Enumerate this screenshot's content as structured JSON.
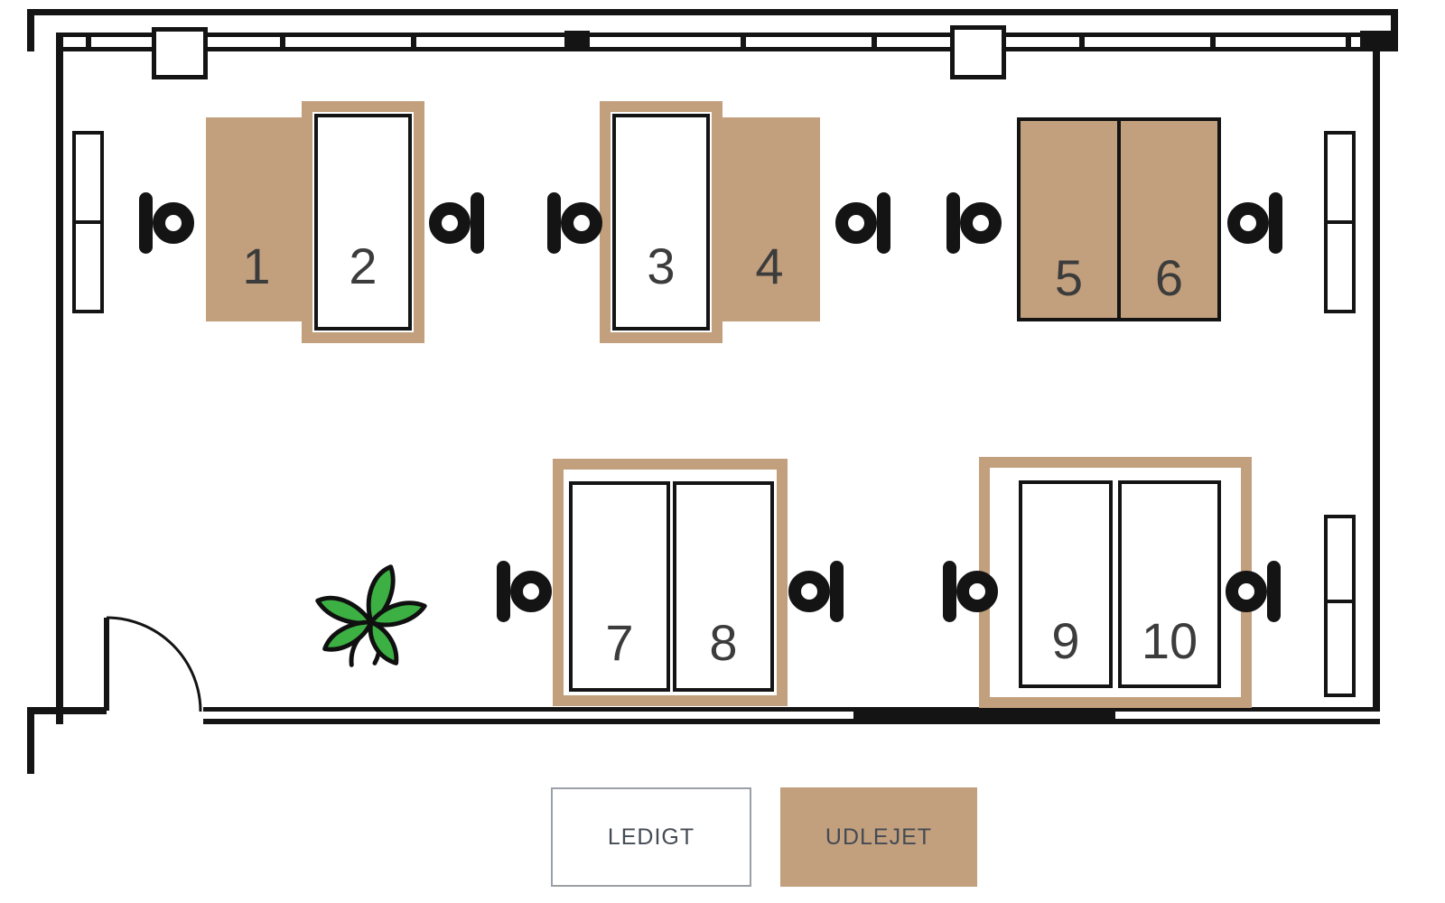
{
  "colors": {
    "wall": "#141414",
    "rented_tan": "#c2a07d",
    "number_text": "#3c3c3c",
    "legend_text": "#444b55",
    "legend_border": "#9aa0a6",
    "plant_green": "#3cb043",
    "plant_outline": "#101010"
  },
  "desks": [
    {
      "number": "1",
      "status": "udlejet"
    },
    {
      "number": "2",
      "status": "ledigt"
    },
    {
      "number": "3",
      "status": "ledigt"
    },
    {
      "number": "4",
      "status": "udlejet"
    },
    {
      "number": "5",
      "status": "udlejet"
    },
    {
      "number": "6",
      "status": "udlejet"
    },
    {
      "number": "7",
      "status": "ledigt"
    },
    {
      "number": "8",
      "status": "ledigt"
    },
    {
      "number": "9",
      "status": "ledigt"
    },
    {
      "number": "10",
      "status": "ledigt"
    }
  ],
  "legend": {
    "available_label": "LEDIGT",
    "rented_label": "UDLEJET"
  }
}
